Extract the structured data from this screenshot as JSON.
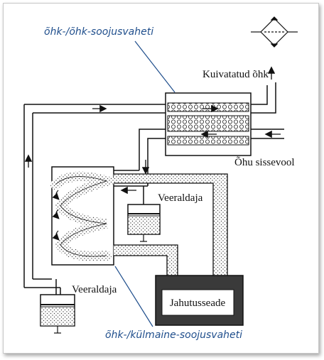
{
  "labels": {
    "air_air_hx": "õhk-/õhk-soojusvaheti",
    "dried_air": "Kuivatatud õhk",
    "air_inflow": "Õhu sissevool",
    "separator_top": "Veeraldaja",
    "separator_bottom": "Veeraldaja",
    "cooling_unit": "Jahutusseade",
    "air_coolant_hx": "õhk-/külmaine-soojusvaheti"
  },
  "colors": {
    "annotation": "#1f4e8c",
    "line": "#111111",
    "cooling_unit_fill": "#3a3a3a"
  },
  "icons": [
    "dryer-symbol-icon"
  ]
}
